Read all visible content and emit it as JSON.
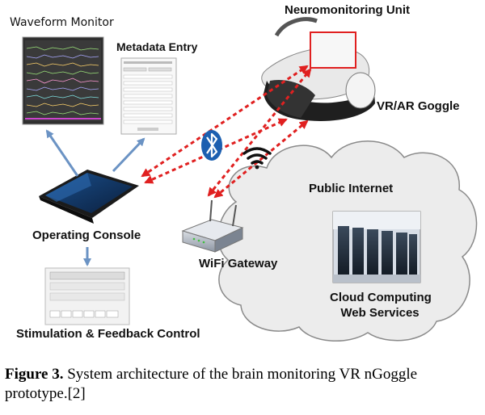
{
  "labels": {
    "waveform_monitor": "Waveform Monitor",
    "metadata_entry": "Metadata Entry",
    "neuromonitoring_unit": "Neuromonitoring Unit",
    "vr_ar_goggle": "VR/AR Goggle",
    "operating_console": "Operating Console",
    "public_internet": "Public Internet",
    "wifi_gateway": "WiFi Gateway",
    "cloud_computing_line1": "Cloud Computing",
    "cloud_computing_line2": "Web Services",
    "stimulation_feedback": "Stimulation & Feedback Control"
  },
  "caption": {
    "figure_label": "Figure 3.",
    "text": " System architecture of the brain monitoring VR nGoggle prototype.[2]"
  },
  "icons": {
    "bluetooth": "bluetooth-icon",
    "wifi": "wifi-icon"
  },
  "colors": {
    "wireless_link": "#e02020",
    "wired_link": "#6b93c4",
    "bluetooth": "#1c5fb0",
    "cloud_fill": "#ececec",
    "cloud_stroke": "#8a8a8a"
  }
}
